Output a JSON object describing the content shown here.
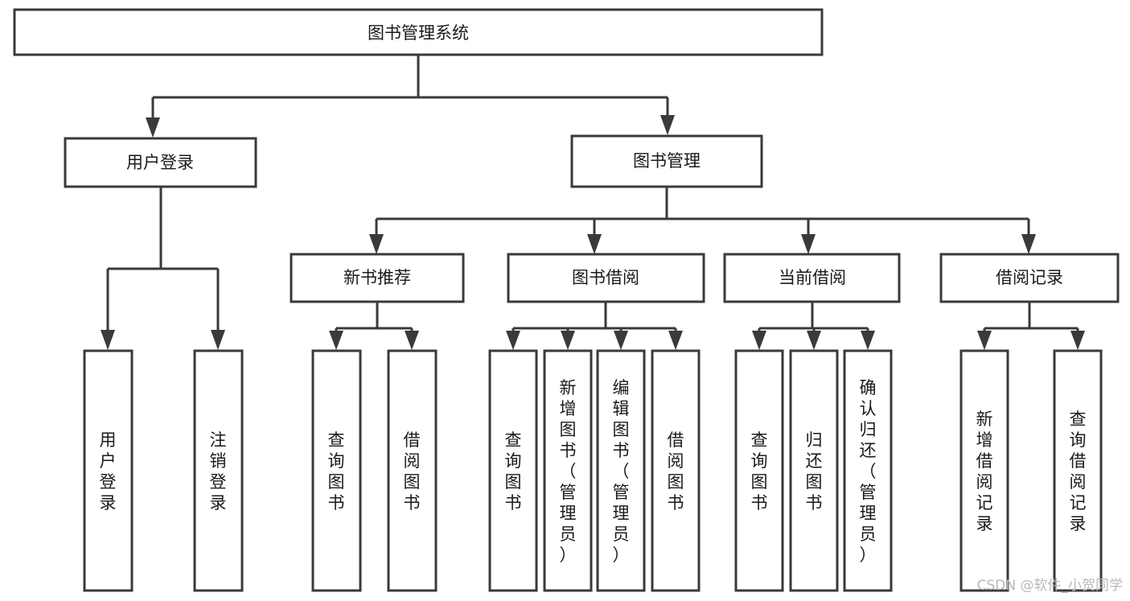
{
  "diagram": {
    "title": "图书管理系统",
    "type": "hierarchy-tree",
    "root": {
      "id": "root",
      "label": "图书管理系统",
      "orientation": "horizontal"
    },
    "level2": [
      {
        "id": "user-login",
        "label": "用户登录",
        "orientation": "horizontal"
      },
      {
        "id": "book-manage",
        "label": "图书管理",
        "orientation": "horizontal"
      }
    ],
    "level3": [
      {
        "id": "new-book-recommend",
        "label": "新书推荐",
        "orientation": "horizontal"
      },
      {
        "id": "book-borrow",
        "label": "图书借阅",
        "orientation": "horizontal"
      },
      {
        "id": "current-borrow",
        "label": "当前借阅",
        "orientation": "horizontal"
      },
      {
        "id": "borrow-record",
        "label": "借阅记录",
        "orientation": "horizontal"
      }
    ],
    "leaves": {
      "user-login": [
        {
          "id": "leaf-user-login",
          "label": "用户登录",
          "orientation": "vertical"
        },
        {
          "id": "leaf-user-logout",
          "label": "注销登录",
          "orientation": "vertical"
        }
      ],
      "new-book-recommend": [
        {
          "id": "leaf-query-book-1",
          "label": "查询图书",
          "orientation": "vertical"
        },
        {
          "id": "leaf-borrow-book-1",
          "label": "借阅图书",
          "orientation": "vertical"
        }
      ],
      "book-borrow": [
        {
          "id": "leaf-query-book-2",
          "label": "查询图书",
          "orientation": "vertical"
        },
        {
          "id": "leaf-add-book-admin",
          "label": "新增图书（管理员）",
          "orientation": "vertical"
        },
        {
          "id": "leaf-edit-book-admin",
          "label": "编辑图书（管理员）",
          "orientation": "vertical"
        },
        {
          "id": "leaf-borrow-book-2",
          "label": "借阅图书",
          "orientation": "vertical"
        }
      ],
      "current-borrow": [
        {
          "id": "leaf-query-book-3",
          "label": "查询图书",
          "orientation": "vertical"
        },
        {
          "id": "leaf-return-book",
          "label": "归还图书",
          "orientation": "vertical"
        },
        {
          "id": "leaf-confirm-return-admin",
          "label": "确认归还（管理员）",
          "orientation": "vertical"
        }
      ],
      "borrow-record": [
        {
          "id": "leaf-add-borrow-record",
          "label": "新增借阅记录",
          "orientation": "vertical"
        },
        {
          "id": "leaf-query-borrow-record",
          "label": "查询借阅记录",
          "orientation": "vertical"
        }
      ]
    },
    "colors": {
      "stroke": "#3a3a3a",
      "fill": "#ffffff",
      "text": "#1a1a1a",
      "background": "#ffffff",
      "watermark": "#b8b8b8"
    }
  },
  "watermark": {
    "text": "CSDN @软件_小贺同学"
  }
}
